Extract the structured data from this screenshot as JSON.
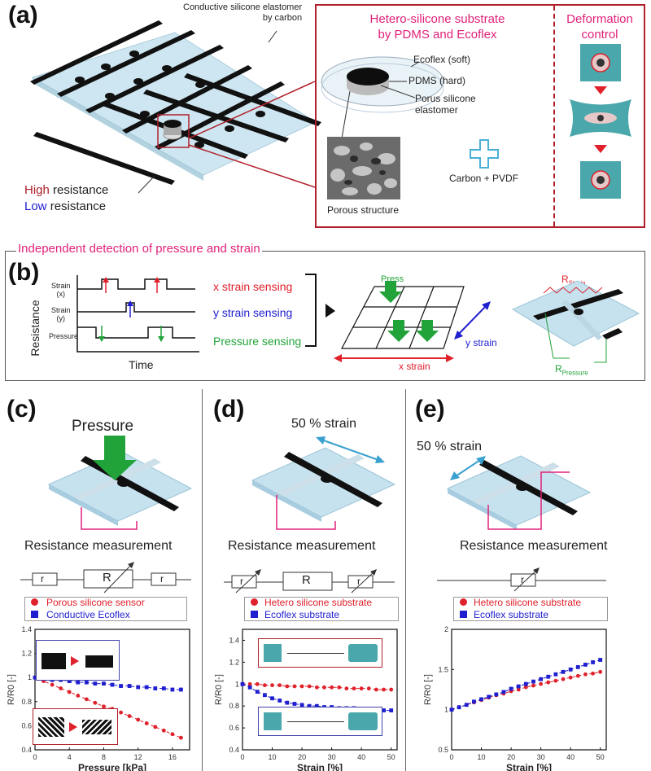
{
  "panels": {
    "a": "(a)",
    "b": "(b)",
    "c": "(c)",
    "d": "(d)",
    "e": "(e)"
  },
  "a": {
    "conductive_label": "Conductive silicone elastomer\nby carbon",
    "high": "High",
    "low": "Low",
    "resistance_word": " resistance",
    "hetero_title": "Hetero-silicone substrate\nby PDMS and Ecoflex",
    "ecoflex": "Ecoflex (soft)",
    "pdms": "PDMS (hard)",
    "porus": "Porus silicone\nelastomer",
    "carbon_pvdf": "Carbon + PVDF",
    "porous_structure": "Porous structure",
    "deformation_title": "Deformation\ncontrol"
  },
  "b": {
    "title": "Independent detection of pressure and strain",
    "resistance": "Resistance",
    "time": "Time",
    "strain_x": "Strain\n(x)",
    "strain_y": "Strain\n(y)",
    "pressure": "Pressure",
    "x_sensing": "x strain sensing",
    "y_sensing": "y strain sensing",
    "p_sensing": "Pressure sensing",
    "press": "Press",
    "x_strain": "x strain",
    "y_strain": "y strain",
    "r_strain": "R",
    "r_strain_sub": "Strain",
    "r_pressure": "R",
    "r_pressure_sub": "Pressure"
  },
  "c": {
    "header": "Pressure",
    "measure": "Resistance measurement",
    "r_left": "r",
    "r_mid": "R",
    "r_right": "r",
    "legend1": "Porous silicone sensor",
    "legend2": "Conductive Ecoflex"
  },
  "d": {
    "header": "50 % strain",
    "measure": "Resistance measurement",
    "r_left": "r",
    "r_mid": "R",
    "r_right": "r",
    "legend1": "Hetero silicone substrate",
    "legend2": "Ecoflex substrate"
  },
  "e": {
    "header": "50 % strain",
    "measure": "Resistance measurement",
    "r_mid": "r",
    "legend1": "Hetero silicone substrate",
    "legend2": "Ecoflex substrate"
  },
  "colors": {
    "red": "#e0202a",
    "blue": "#1f1fd0",
    "magenta": "#e0207a",
    "green": "#22a33a",
    "teal": "#4aa7ab",
    "darkred": "#b0202a"
  },
  "chart_data": [
    {
      "type": "scatter",
      "panel": "c",
      "xlabel": "Pressure [kPa]",
      "ylabel": "R/R0 [-]",
      "xlim": [
        0,
        18
      ],
      "ylim": [
        0.4,
        1.4
      ],
      "xticks": [
        "0",
        "4",
        "8",
        "12",
        "16"
      ],
      "yticks": [
        "0.4",
        "0.6",
        "0.8",
        "1",
        "1.2",
        "1.4"
      ],
      "series": [
        {
          "name": "Porous silicone sensor",
          "color": "#e0202a",
          "marker": "circle",
          "x": [
            0,
            1,
            2,
            3,
            4,
            5,
            6,
            7,
            8,
            9,
            10,
            11,
            12,
            13,
            14,
            15,
            16,
            17
          ],
          "y": [
            1.0,
            0.97,
            0.94,
            0.91,
            0.88,
            0.85,
            0.82,
            0.79,
            0.76,
            0.74,
            0.71,
            0.68,
            0.65,
            0.62,
            0.59,
            0.56,
            0.53,
            0.5
          ]
        },
        {
          "name": "Conductive Ecoflex",
          "color": "#1f1fd0",
          "marker": "square",
          "x": [
            0,
            1,
            2,
            3,
            4,
            5,
            6,
            7,
            8,
            9,
            10,
            11,
            12,
            13,
            14,
            15,
            16,
            17
          ],
          "y": [
            1.0,
            0.99,
            0.98,
            0.98,
            0.97,
            0.96,
            0.96,
            0.95,
            0.95,
            0.94,
            0.93,
            0.93,
            0.92,
            0.92,
            0.91,
            0.91,
            0.9,
            0.9
          ]
        }
      ]
    },
    {
      "type": "scatter",
      "panel": "d",
      "xlabel": "Strain [%]",
      "ylabel": "R/R0 [-]",
      "xlim": [
        0,
        52
      ],
      "ylim": [
        0.4,
        1.5
      ],
      "xticks": [
        "0",
        "10",
        "20",
        "30",
        "40",
        "50"
      ],
      "yticks": [
        "0.4",
        "0.6",
        "0.8",
        "1",
        "1.2",
        "1.4"
      ],
      "series": [
        {
          "name": "Hetero silicone substrate",
          "color": "#e0202a",
          "marker": "circle",
          "x": [
            0,
            2.5,
            5,
            7.5,
            10,
            12.5,
            15,
            17.5,
            20,
            22.5,
            25,
            27.5,
            30,
            32.5,
            35,
            37.5,
            40,
            42.5,
            45,
            47.5,
            50
          ],
          "y": [
            1.0,
            1.0,
            1.0,
            0.99,
            0.99,
            0.99,
            0.98,
            0.98,
            0.98,
            0.98,
            0.97,
            0.97,
            0.97,
            0.97,
            0.96,
            0.96,
            0.96,
            0.96,
            0.95,
            0.95,
            0.95
          ]
        },
        {
          "name": "Ecoflex substrate",
          "color": "#1f1fd0",
          "marker": "square",
          "x": [
            0,
            2.5,
            5,
            7.5,
            10,
            12.5,
            15,
            17.5,
            20,
            22.5,
            25,
            27.5,
            30,
            32.5,
            35,
            37.5,
            40,
            42.5,
            45,
            47.5,
            50
          ],
          "y": [
            1.0,
            0.97,
            0.93,
            0.9,
            0.87,
            0.85,
            0.83,
            0.82,
            0.81,
            0.8,
            0.8,
            0.79,
            0.79,
            0.78,
            0.78,
            0.78,
            0.77,
            0.77,
            0.77,
            0.76,
            0.76
          ]
        }
      ]
    },
    {
      "type": "scatter",
      "panel": "e",
      "xlabel": "Strain [%]",
      "ylabel": "R/R0 [-]",
      "xlim": [
        0,
        52
      ],
      "ylim": [
        0.5,
        2
      ],
      "xticks": [
        "0",
        "10",
        "20",
        "30",
        "40",
        "50"
      ],
      "yticks": [
        "0.5",
        "1",
        "1.5",
        "2"
      ],
      "series": [
        {
          "name": "Hetero silicone substrate",
          "color": "#e0202a",
          "marker": "circle",
          "x": [
            0,
            2.5,
            5,
            7.5,
            10,
            12.5,
            15,
            17.5,
            20,
            22.5,
            25,
            27.5,
            30,
            32.5,
            35,
            37.5,
            40,
            42.5,
            45,
            47.5,
            50
          ],
          "y": [
            1.0,
            1.03,
            1.06,
            1.09,
            1.12,
            1.15,
            1.18,
            1.2,
            1.23,
            1.25,
            1.28,
            1.3,
            1.32,
            1.34,
            1.36,
            1.38,
            1.4,
            1.42,
            1.44,
            1.45,
            1.47
          ]
        },
        {
          "name": "Ecoflex substrate",
          "color": "#1f1fd0",
          "marker": "square",
          "x": [
            0,
            2.5,
            5,
            7.5,
            10,
            12.5,
            15,
            17.5,
            20,
            22.5,
            25,
            27.5,
            30,
            32.5,
            35,
            37.5,
            40,
            42.5,
            45,
            47.5,
            50
          ],
          "y": [
            1.0,
            1.03,
            1.06,
            1.1,
            1.13,
            1.16,
            1.19,
            1.22,
            1.26,
            1.29,
            1.32,
            1.35,
            1.38,
            1.41,
            1.44,
            1.47,
            1.5,
            1.53,
            1.56,
            1.59,
            1.62
          ]
        }
      ]
    }
  ]
}
